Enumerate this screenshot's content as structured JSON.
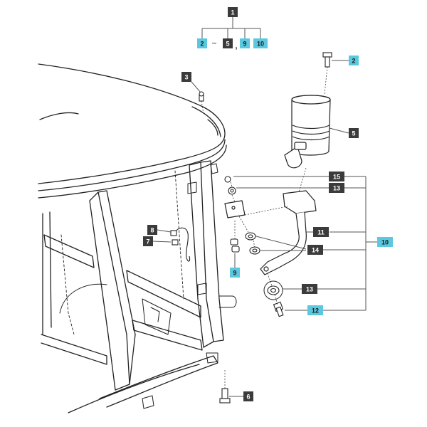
{
  "colors": {
    "dark_badge": "#3b3b3b",
    "blue_badge": "#5bc8e0",
    "dark_text": "#ffffff",
    "blue_text": "#1a1a1a",
    "line": "#555555",
    "drawing": "#222222"
  },
  "header": {
    "top": "1",
    "first": "2",
    "tilde": "~",
    "second": "5",
    "comma": ",",
    "third": "9",
    "fourth": "10"
  },
  "callouts": {
    "c2": "2",
    "c3": "3",
    "c5": "5",
    "c6": "6",
    "c7": "7",
    "c8": "8",
    "c9": "9",
    "c10": "10",
    "c11": "11",
    "c12": "12",
    "c13a": "13",
    "c13b": "13",
    "c14": "14",
    "c15": "15"
  }
}
